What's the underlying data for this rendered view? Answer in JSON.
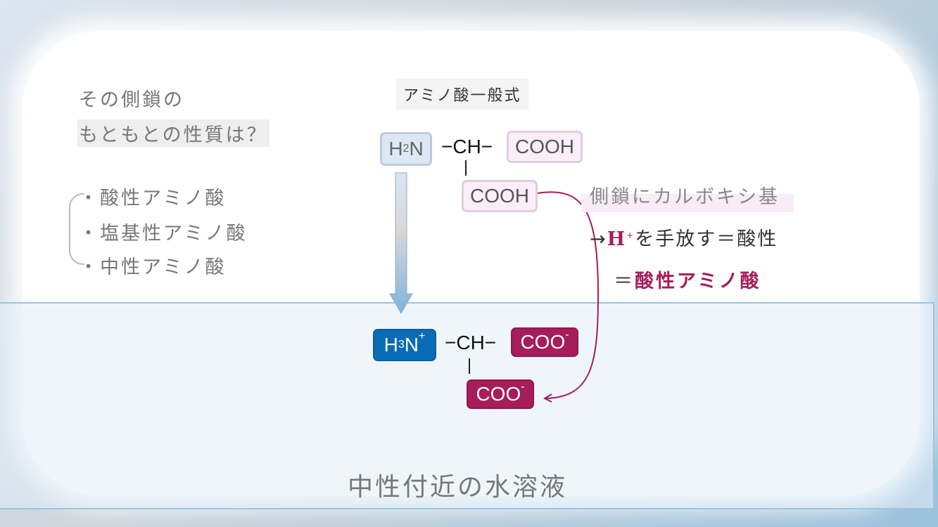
{
  "question": {
    "line1": "その側鎖の",
    "line2": "もともとの性質は？"
  },
  "categories": [
    "・酸性アミノ酸",
    "・塩基性アミノ酸",
    "・中性アミノ酸"
  ],
  "formula_title": "アミノ酸一般式",
  "before": {
    "amino": "H",
    "amino_sub": "2",
    "amino_end": "N",
    "ch": "−CH−",
    "carboxyl": "COOH",
    "side": "COOH"
  },
  "after": {
    "amino": "H",
    "amino_sub": "3",
    "amino_end": "N",
    "amino_sup": "+",
    "ch": "−CH−",
    "carboxyl": "COO",
    "carboxyl_sup": "-",
    "side": "COO",
    "side_sup": "-"
  },
  "explanation": {
    "line1": "側鎖にカルボキシ基",
    "arrow": "→",
    "hplus": "H",
    "hplus_sup": "+",
    "line2_rest": "を手放す＝酸性",
    "line3_eq": "＝",
    "line3": "酸性アミノ酸"
  },
  "caption": "中性付近の水溶液",
  "colors": {
    "accent": "#a61d5a",
    "blue": "#0a6bb5"
  }
}
